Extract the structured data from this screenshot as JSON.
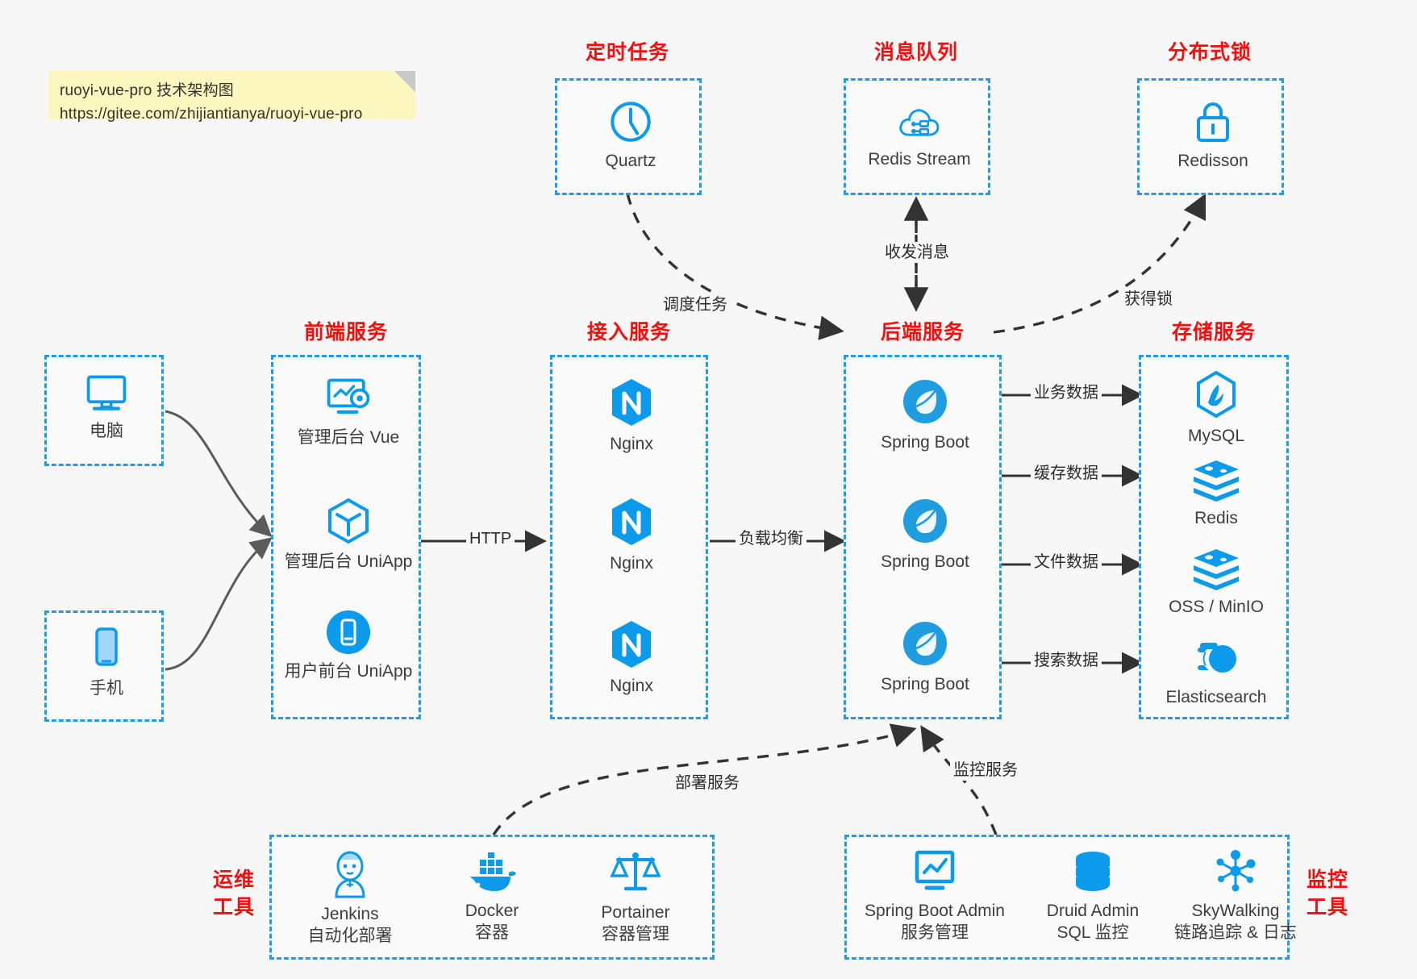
{
  "note": {
    "line1": "ruoyi-vue-pro 技术架构图",
    "line2": "https://gitee.com/zhijiantianya/ruoyi-vue-pro"
  },
  "colors": {
    "accent_blue": "#1b9cf0",
    "icon_blue": "#0c9bec",
    "title_red": "#f40f0f",
    "background": "#f7f7f7",
    "note_yellow": "#fcf7bf",
    "arrow_dark": "#333333",
    "curve_gray": "#5b5b5b"
  },
  "groups": {
    "scheduler": {
      "title": "定时任务",
      "items": [
        {
          "label": "Quartz",
          "icon": "clock-icon"
        }
      ]
    },
    "message_queue": {
      "title": "消息队列",
      "items": [
        {
          "label": "Redis Stream",
          "icon": "cloud-stream-icon"
        }
      ]
    },
    "distributed_lock": {
      "title": "分布式锁",
      "items": [
        {
          "label": "Redisson",
          "icon": "lock-icon"
        }
      ]
    },
    "clients": {
      "items": [
        {
          "label": "电脑",
          "icon": "desktop-icon"
        },
        {
          "label": "手机",
          "icon": "mobile-icon"
        }
      ]
    },
    "frontend": {
      "title": "前端服务",
      "items": [
        {
          "label": "管理后台 Vue",
          "icon": "dashboard-gear-icon"
        },
        {
          "label": "管理后台 UniApp",
          "icon": "cube-icon"
        },
        {
          "label": "用户前台 UniApp",
          "icon": "phone-app-icon"
        }
      ]
    },
    "gateway": {
      "title": "接入服务",
      "items": [
        {
          "label": "Nginx",
          "icon": "nginx-icon"
        },
        {
          "label": "Nginx",
          "icon": "nginx-icon"
        },
        {
          "label": "Nginx",
          "icon": "nginx-icon"
        }
      ]
    },
    "backend": {
      "title": "后端服务",
      "items": [
        {
          "label": "Spring Boot",
          "icon": "spring-boot-icon"
        },
        {
          "label": "Spring Boot",
          "icon": "spring-boot-icon"
        },
        {
          "label": "Spring Boot",
          "icon": "spring-boot-icon"
        }
      ]
    },
    "storage": {
      "title": "存储服务",
      "items": [
        {
          "label": "MySQL",
          "icon": "mysql-icon"
        },
        {
          "label": "Redis",
          "icon": "redis-icon"
        },
        {
          "label": "OSS / MinIO",
          "icon": "redis-icon"
        },
        {
          "label": "Elasticsearch",
          "icon": "elasticsearch-icon"
        }
      ]
    },
    "devops": {
      "title_line1": "运维",
      "title_line2": "工具",
      "items": [
        {
          "label": "Jenkins",
          "sub": "自动化部署",
          "icon": "jenkins-icon"
        },
        {
          "label": "Docker",
          "sub": "容器",
          "icon": "docker-icon"
        },
        {
          "label": "Portainer",
          "sub": "容器管理",
          "icon": "scales-icon"
        }
      ]
    },
    "monitor": {
      "title_line1": "监控",
      "title_line2": "工具",
      "items": [
        {
          "label": "Spring Boot Admin",
          "sub": "服务管理",
          "icon": "monitor-chart-icon"
        },
        {
          "label": "Druid Admin",
          "sub": "SQL 监控",
          "icon": "database-icon"
        },
        {
          "label": "SkyWalking",
          "sub": "链路追踪 & 日志",
          "icon": "skywalking-icon"
        }
      ]
    }
  },
  "edges": {
    "schedule_task": "调度任务",
    "send_receive_message": "收发消息",
    "acquire_lock": "获得锁",
    "http": "HTTP",
    "load_balance": "负载均衡",
    "business_data": "业务数据",
    "cache_data": "缓存数据",
    "file_data": "文件数据",
    "search_data": "搜索数据",
    "deploy_service": "部署服务",
    "monitor_service": "监控服务"
  }
}
